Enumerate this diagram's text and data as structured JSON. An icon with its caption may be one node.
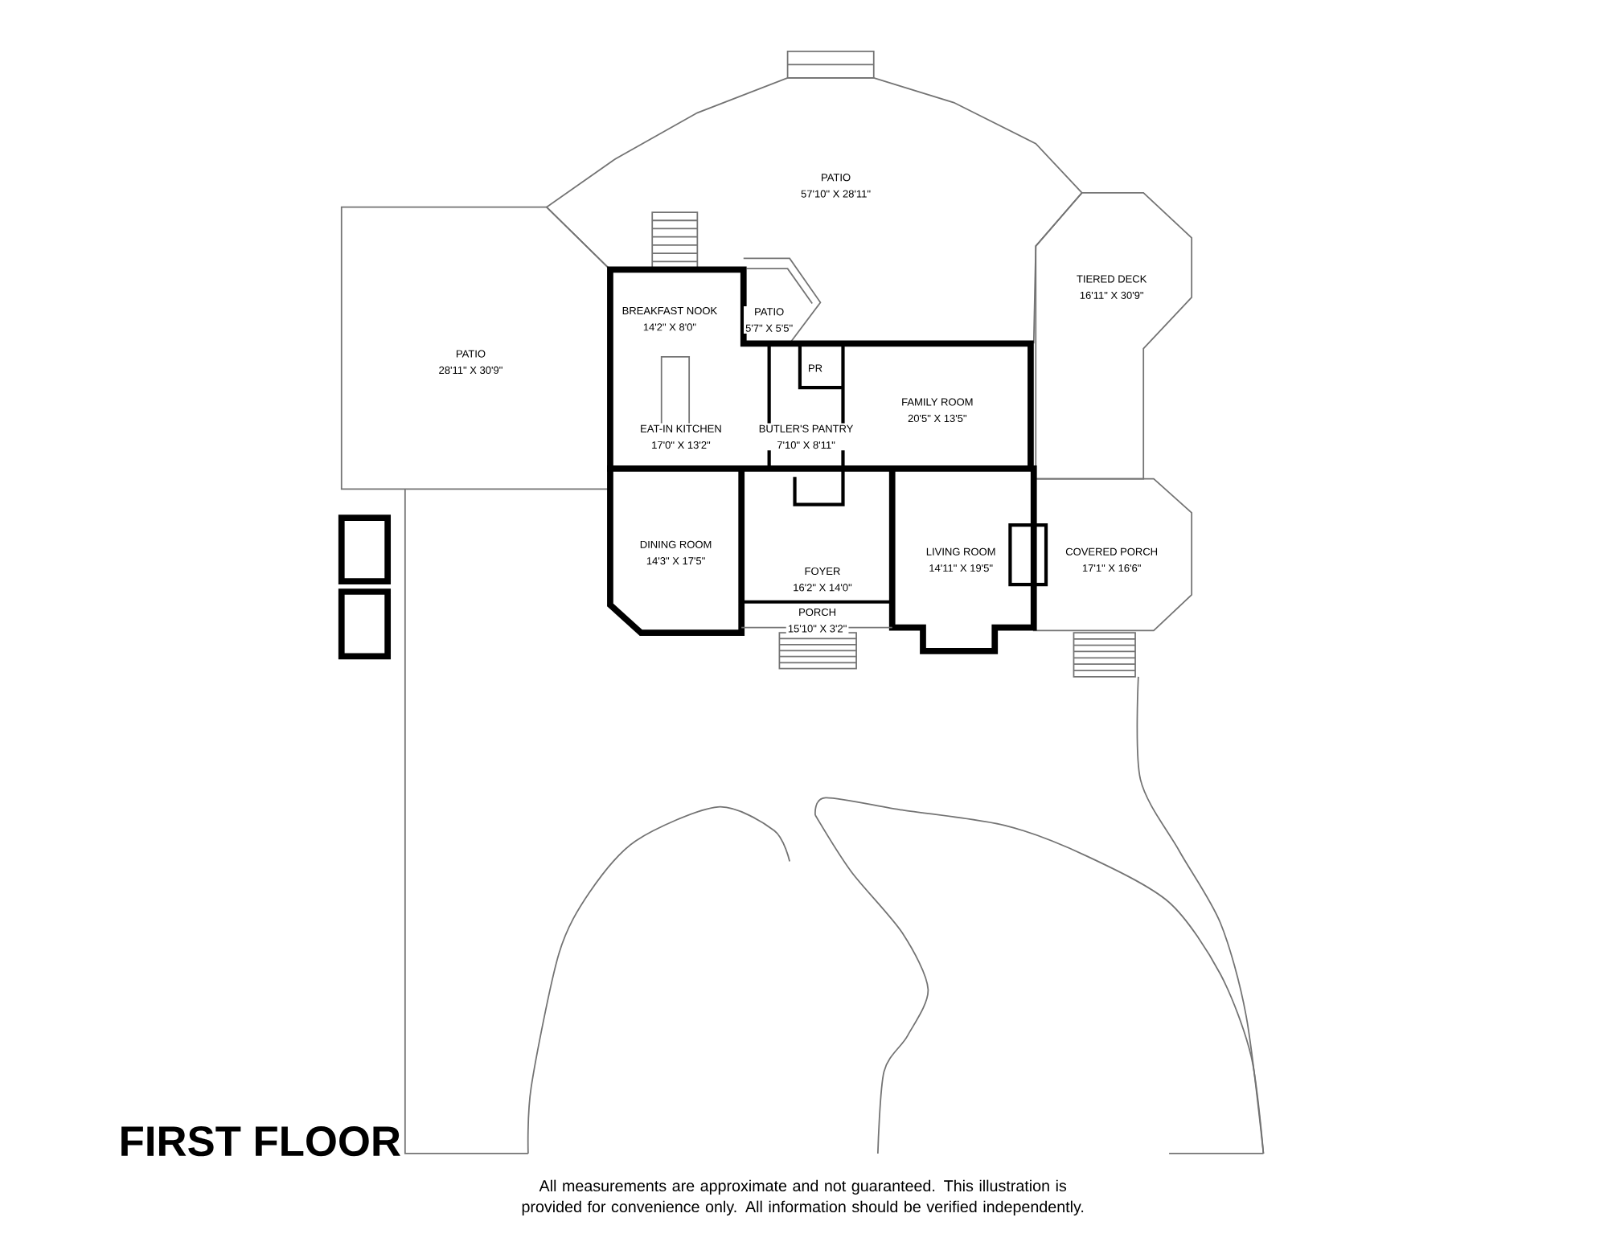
{
  "diagram": {
    "title": "FIRST FLOOR",
    "caption": "All measurements are approximate and not guaranteed. This illustration is provided for convenience only. All information should be verified independently.",
    "nodes": [
      {
        "text": [
          "PATIO",
          "57'10\" X 28'11\""
        ]
      },
      {
        "text": [
          "TIERED DECK",
          "16'11\" X 30'9\""
        ]
      },
      {
        "text": [
          "BREAKFAST NOOK",
          "14'2\" X 8'0\""
        ]
      },
      {
        "text": [
          "PATIO",
          "5'7\" X 5'5\""
        ]
      },
      {
        "text": [
          "PATIO",
          "28'11\" X 30'9\""
        ]
      },
      {
        "text": [
          "PR"
        ]
      },
      {
        "text": [
          "FAMILY ROOM",
          "20'5\" X 13'5\""
        ]
      },
      {
        "text": [
          "EAT-IN KITCHEN",
          "17'0\" X 13'2\""
        ]
      },
      {
        "text": [
          "BUTLER'S PANTRY",
          "7'10\" X 8'11\""
        ]
      },
      {
        "text": [
          "DINING ROOM",
          "14'3\" X 17'5\""
        ]
      },
      {
        "text": [
          "LIVING ROOM",
          "14'11\" X 19'5\""
        ]
      },
      {
        "text": [
          "COVERED PORCH",
          "17'1\" X 16'6\""
        ]
      },
      {
        "text": [
          "FOYER",
          "16'2\" X 14'0\""
        ]
      },
      {
        "text": [
          "PORCH",
          "15'10\" X 3'2\""
        ]
      }
    ]
  }
}
